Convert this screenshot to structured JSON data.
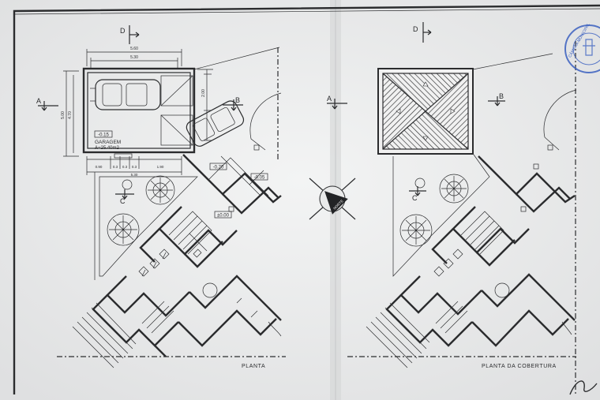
{
  "left_plan": {
    "title": "PLANTA",
    "garage_name": "GARAGEM",
    "garage_area": "A=25.40m2",
    "garage_level": "-0.15",
    "level_terrace": "-0.20",
    "level_yard": "-0.05",
    "level_entry": "±0.00",
    "top_dim_outer": "5.60",
    "top_dim_inner": "5.30",
    "bottom_dim_total": "5.30",
    "bottom_dims": [
      "0.90",
      "0.3",
      "0.3",
      "0.3",
      "1.90"
    ],
    "left_dims": [
      "5.00",
      "4.70"
    ],
    "right_dim": "2.00",
    "section_marks": {
      "a": "A",
      "b": "B",
      "c": "C",
      "d": "D"
    }
  },
  "right_plan": {
    "title": "PLANTA DA COBERTURA",
    "section_marks": {
      "a": "A",
      "b": "B",
      "c": "C",
      "d": "D"
    }
  },
  "north": {
    "label": "NORTE"
  },
  "stamp": {
    "text": "CÂMARA MUNICIPAL"
  }
}
